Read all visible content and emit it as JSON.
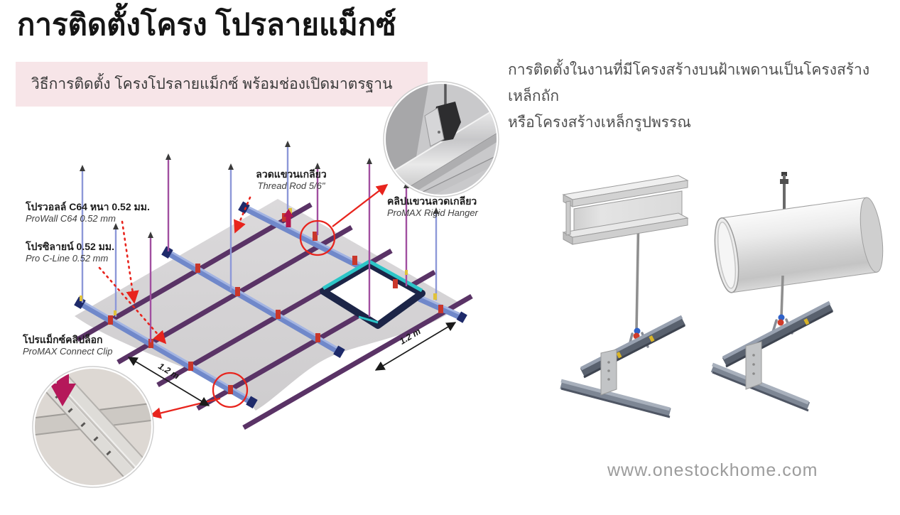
{
  "slide": {
    "title": "การติดตั้งโครง โปรลายแม็กซ์",
    "banner": "วิธีการติดตั้ง โครงโปรลายแม็กซ์ พร้อมช่องเปิดมาตรฐาน",
    "note_line1": "การติดตั้งในงานที่มีโครงสร้างบนฝ้าเพดานเป็นโครงสร้างเหล็กถัก",
    "note_line2": "หรือโครงสร้างเหล็กรูปพรรณ",
    "watermark": "www.onestockhome.com"
  },
  "labels": {
    "prowall": {
      "thai": "โปรวอลล์ C64 หนา 0.52 มม.",
      "eng": "ProWall C64 0.52 mm"
    },
    "procline": {
      "thai": "โปรซิลายน์ 0.52 มม.",
      "eng": "Pro C-Line 0.52 mm"
    },
    "thread_rod": {
      "thai": "ลวดแขวนเกลียว",
      "eng": "Thread Rod 5/6\""
    },
    "rigid_hanger": {
      "thai": "คลิปแขวนลวดเกลียว",
      "eng": "ProMAX Rigid Hanger"
    },
    "connect_clip": {
      "thai": "โปรแม็กซ์คลิปล็อก",
      "eng": "ProMAX Connect Clip"
    }
  },
  "dimensions": {
    "left": "1.2 m",
    "right": "1.2 m"
  },
  "colors": {
    "banner_bg": "#f7e5e8",
    "runner_purple": "#5a3366",
    "tee_blue": "#7088ca",
    "clip_red": "#c9372b",
    "accent_red": "#e8241d",
    "opening_teal": "#2cc5c7",
    "opening_navy": "#1c2547",
    "maroon_arrow": "#b1154e",
    "crimson_inset_arrow": "#b5185a",
    "watermark_gray": "#9c9c9c"
  }
}
